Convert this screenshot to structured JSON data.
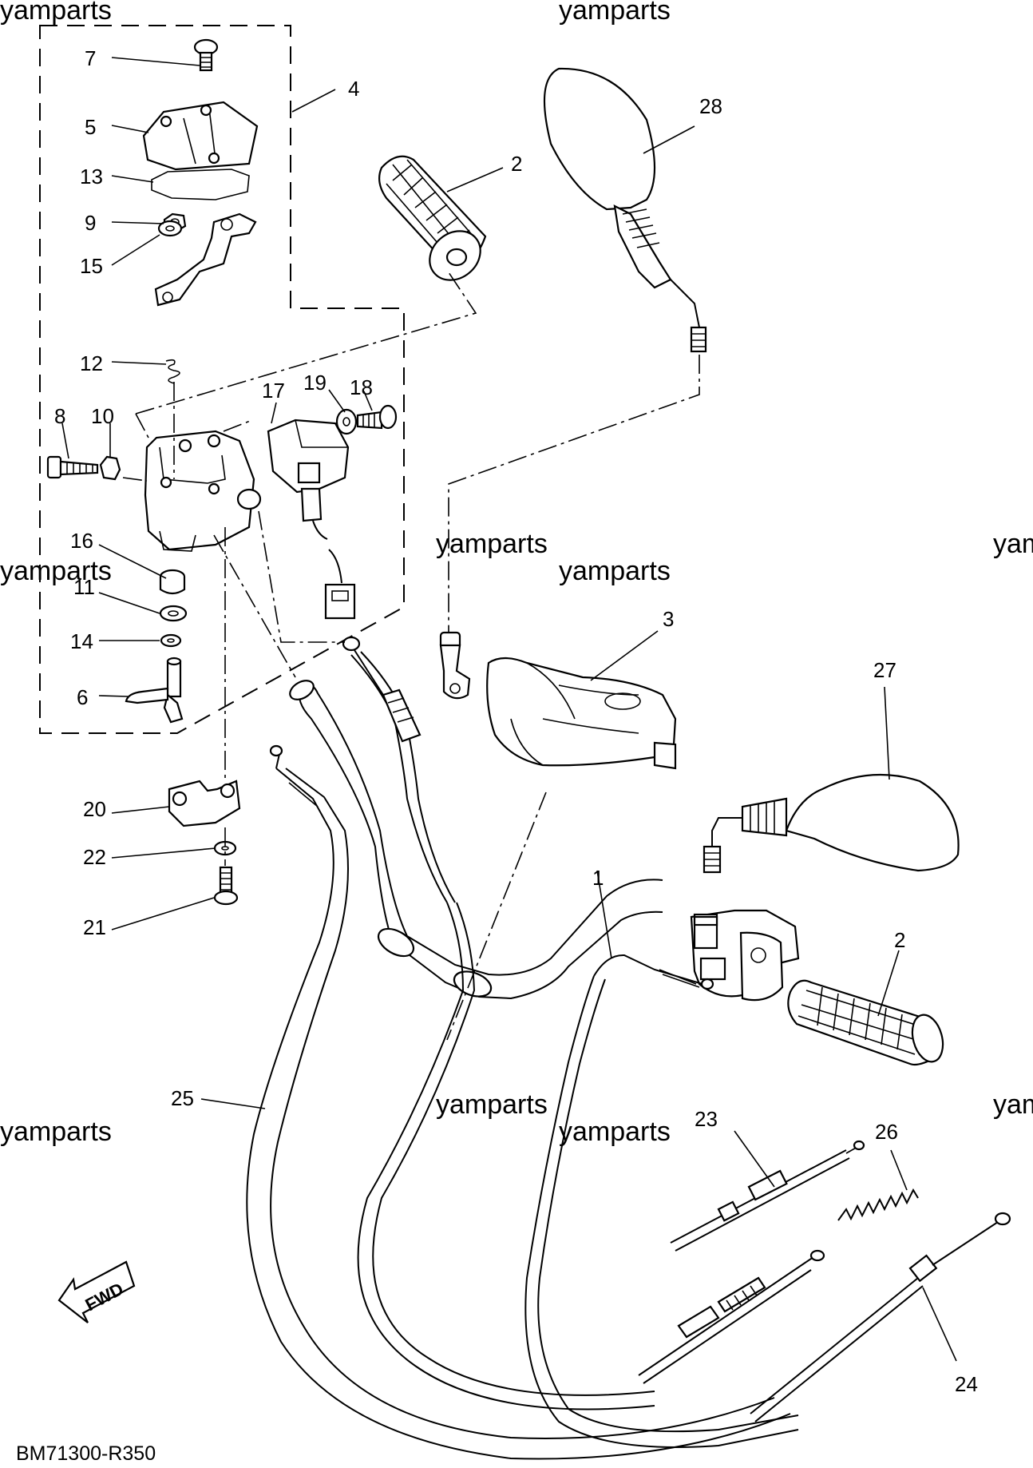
{
  "watermarks": [
    "yamparts",
    "yamparts",
    "yamparts",
    "yamparts",
    "yamparts",
    "yam",
    "yamparts",
    "yamparts",
    "yamparts",
    "yam"
  ],
  "part_labels": {
    "p1": "1",
    "p2a": "2",
    "p2b": "2",
    "p3": "3",
    "p4": "4",
    "p5": "5",
    "p6": "6",
    "p7": "7",
    "p8": "8",
    "p9": "9",
    "p10": "10",
    "p11": "11",
    "p12": "12",
    "p13": "13",
    "p14": "14",
    "p15": "15",
    "p16": "16",
    "p17": "17",
    "p18": "18",
    "p19": "19",
    "p20": "20",
    "p21": "21",
    "p22": "22",
    "p23": "23",
    "p24": "24",
    "p25": "25",
    "p26": "26",
    "p27": "27",
    "p28": "28"
  },
  "fwd_label": "FWD",
  "diagram_code": "BM71300-R350"
}
